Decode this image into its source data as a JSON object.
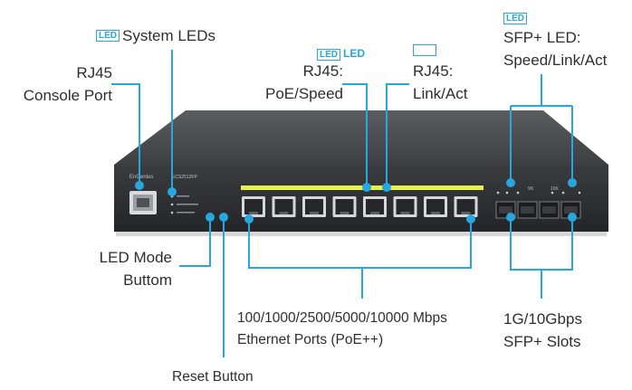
{
  "labels": {
    "system_leds": {
      "badge": "LED",
      "text": "System LEDs"
    },
    "console": {
      "line1": "RJ45",
      "line2": "Console Port"
    },
    "poe_speed": {
      "badge": "LED",
      "badge2": "LED",
      "line1": "RJ45:",
      "line2": "PoE/Speed"
    },
    "link_act": {
      "line1": "RJ45:",
      "line2": "Link/Act"
    },
    "sfp_led": {
      "badge": "LED",
      "line1": "SFP+ LED:",
      "line2": "Speed/Link/Act"
    },
    "led_mode": {
      "line1": "LED Mode",
      "line2": "Buttom"
    },
    "ethernet": {
      "line1": "100/1000/2500/5000/10000 Mbps",
      "line2": "Ethernet Ports (PoE++)"
    },
    "sfp_slots": {
      "line1": "1G/10Gbps",
      "line2": "SFP+ Slots"
    },
    "reset": {
      "line1": "Reset Button"
    }
  },
  "device": {
    "brand": "EnGenius",
    "model": "ECS2512FP",
    "sfp_port_labels": [
      "9X",
      "10X"
    ]
  },
  "colors": {
    "accent": "#27a6e0",
    "chassis_top": "#4a4c50",
    "chassis_front": "#2f3033",
    "port_led": "#e8f04a"
  }
}
